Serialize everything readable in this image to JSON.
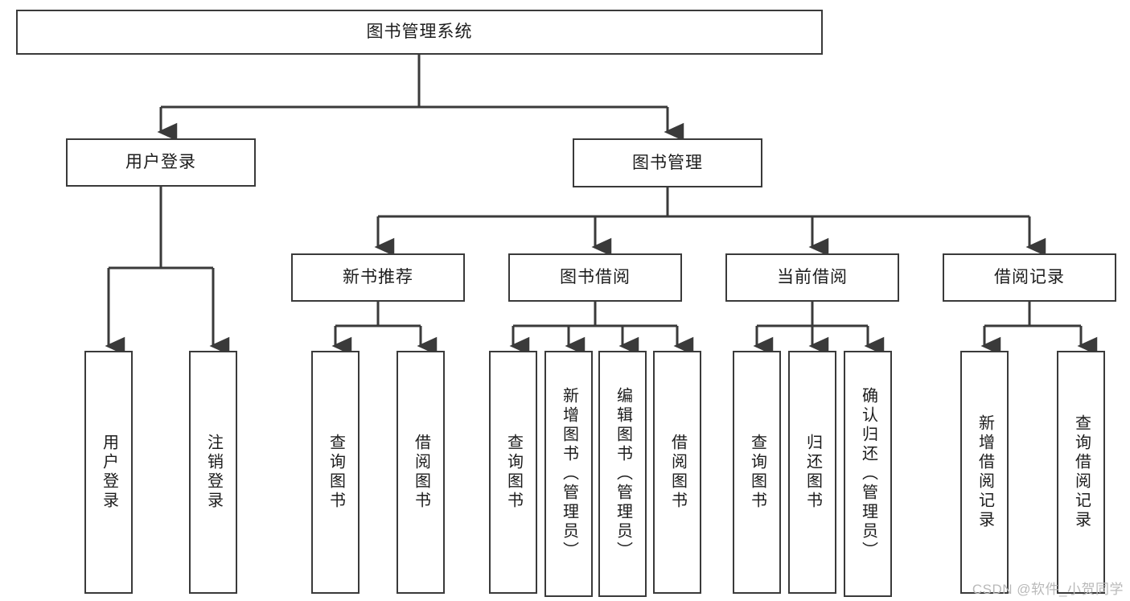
{
  "title": "图书管理系统",
  "watermark": "CSDN @软件_小贺同学",
  "colors": {
    "border": "#3a3a3a",
    "text": "#1c1c1c",
    "background": "#ffffff",
    "connector": "#3a3a3a",
    "watermark": "#b9b9b9"
  },
  "diagram": {
    "type": "tree",
    "root": {
      "label": "图书管理系统"
    },
    "level2": [
      {
        "label": "用户登录"
      },
      {
        "label": "图书管理"
      }
    ],
    "level3": [
      {
        "label": "新书推荐",
        "parent": "图书管理"
      },
      {
        "label": "图书借阅",
        "parent": "图书管理"
      },
      {
        "label": "当前借阅",
        "parent": "图书管理"
      },
      {
        "label": "借阅记录",
        "parent": "图书管理"
      }
    ],
    "leaves": [
      {
        "label": "用户登录",
        "parent": "用户登录"
      },
      {
        "label": "注销登录",
        "parent": "用户登录"
      },
      {
        "label": "查询图书",
        "parent": "新书推荐"
      },
      {
        "label": "借阅图书",
        "parent": "新书推荐"
      },
      {
        "label": "查询图书",
        "parent": "图书借阅"
      },
      {
        "label": "新增图书（管理员）",
        "parent": "图书借阅"
      },
      {
        "label": "编辑图书（管理员）",
        "parent": "图书借阅"
      },
      {
        "label": "借阅图书",
        "parent": "图书借阅"
      },
      {
        "label": "查询图书",
        "parent": "当前借阅"
      },
      {
        "label": "归还图书",
        "parent": "当前借阅"
      },
      {
        "label": "确认归还（管理员）",
        "parent": "当前借阅"
      },
      {
        "label": "新增借阅记录",
        "parent": "借阅记录"
      },
      {
        "label": "查询借阅记录",
        "parent": "借阅记录"
      }
    ]
  }
}
